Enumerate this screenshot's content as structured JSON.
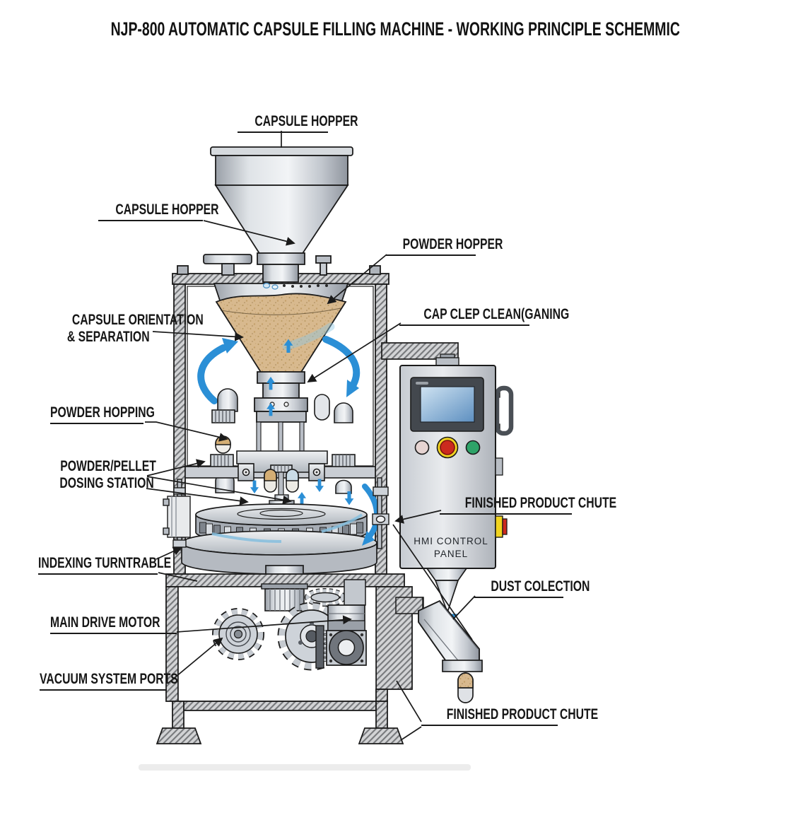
{
  "title": "NJP-800 AUTOMATIC CAPSULE FILLING MACHINE - WORKING PRINCIPLE SCHEMMIC",
  "labels": {
    "capsule_hopper_top": "CAPSULE HOPPER",
    "capsule_hopper_side": "CAPSULE HOPPER",
    "powder_hopper": "POWDER HOPPER",
    "capsule_orientation": {
      "line1": "CAPSULE ORIENTATION",
      "line2": "& SEPARATION"
    },
    "cap_cleaning": "CAP CLEP CLEAN(GANING",
    "powder_hopping": "POWDER HOPPING",
    "dosing_station": {
      "line1": "POWDER/PELLET",
      "line2": "DOSING STATION"
    },
    "finished_product_chute_upper": "FINISHED PRODUCT CHUTE",
    "hmi_panel": {
      "line1": "HMI CONTROL",
      "line2": "PANEL"
    },
    "dust_collection": "DUST COLECTION",
    "indexing_turntable": "INDEXING TURNTRABLE",
    "main_drive_motor": "MAIN DRIVE MOTOR",
    "vacuum_system_ports": "VACUUM SYSTEM PORTS",
    "finished_product_chute_lower": "FINISHED PRODUCT CHUTE"
  },
  "colors": {
    "arrow_blue": "#2b8fd6",
    "powder_tan": "#d8b98e",
    "estop_red": "#cc2a1e",
    "estop_ring_yellow": "#f1d31f",
    "indicator_green": "#2ea368",
    "screen_blue": "#5d8fc0",
    "line_black": "#1a1a1a"
  }
}
